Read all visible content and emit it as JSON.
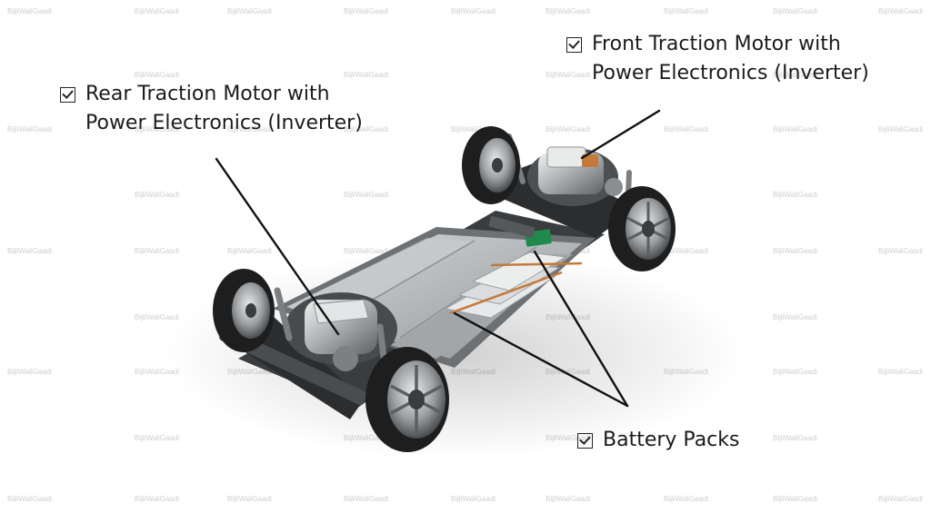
{
  "callouts": {
    "front": {
      "line1": "Front Traction Motor with",
      "line2": "Power Electronics (Inverter)"
    },
    "rear": {
      "line1": "Rear Traction Motor with",
      "line2": "Power Electronics (Inverter)"
    },
    "battery": {
      "line1": "Battery Packs"
    }
  },
  "watermark": "BijliWaliGaadi",
  "colors": {
    "text": "#1b1b1b",
    "leader": "#111111",
    "battery_plate": "#b9bcbe",
    "tire": "#1e1e1e",
    "module_green": "#1f8a4c",
    "copper": "#c47a3a"
  }
}
